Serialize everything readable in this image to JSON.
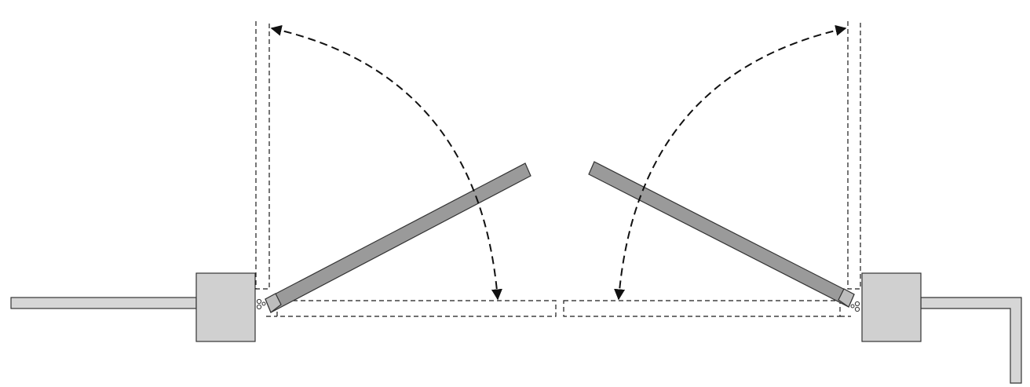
{
  "diagram": {
    "kind": "double-swing-gate-plan-view",
    "colors": {
      "background": "#ffffff",
      "outline": "#333333",
      "pillar_fill": "#d0d0d0",
      "wall_fill": "#d6d6d6",
      "leaf_fill": "#9a9a9a",
      "dash_stroke": "#1a1a1a",
      "arrow_stroke": "#111111"
    },
    "parts": [
      "left-wall",
      "left-pillar",
      "left-gate-leaf",
      "left-hinge",
      "right-wall",
      "right-pillar",
      "right-gate-leaf",
      "right-hinge",
      "left-open-position-outline",
      "right-open-position-outline",
      "closed-position-outline",
      "left-swing-arrow",
      "right-swing-arrow"
    ]
  }
}
